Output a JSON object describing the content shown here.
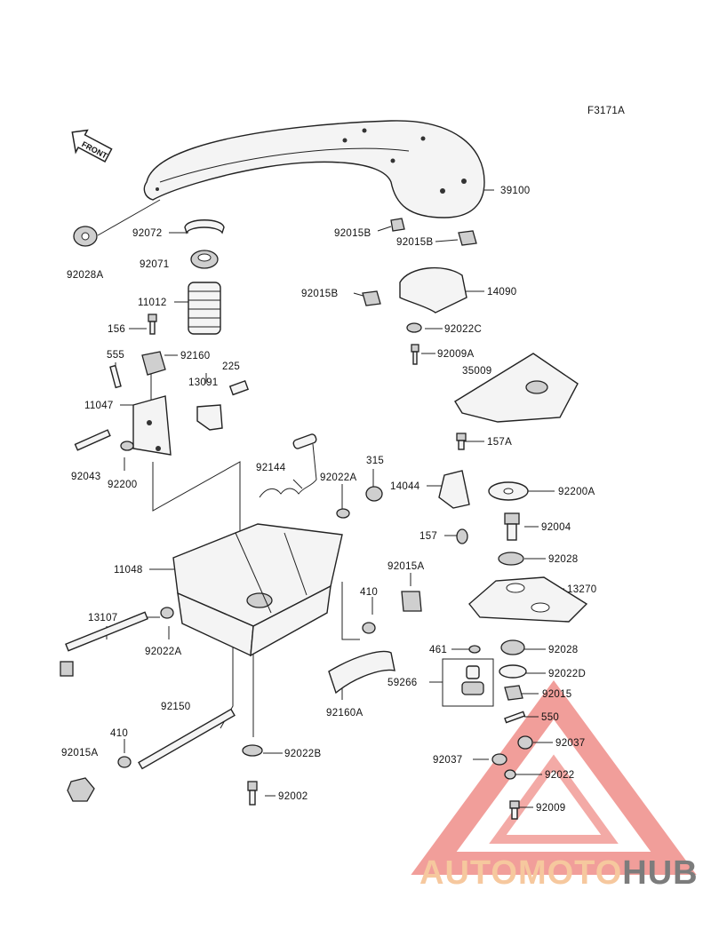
{
  "figure_code": "F3171A",
  "front_label": "FRONT",
  "watermark": {
    "brand_a": "AUTOMOTO",
    "brand_b": "HUB",
    "triangle_color": "#ef8d88",
    "text_color_a": "#f6c89e",
    "text_color_b": "#7c7c7c"
  },
  "parts": [
    "39100",
    "92028A",
    "92072",
    "92071",
    "11012",
    "156",
    "555",
    "92160",
    "225",
    "13091",
    "11047",
    "92043",
    "92200",
    "92144",
    "92022A",
    "315",
    "11048",
    "13107",
    "92022A",
    "92150",
    "410",
    "92015A",
    "92022B",
    "92002",
    "410",
    "92160A",
    "92015B",
    "92015B",
    "92015B",
    "14090",
    "92022C",
    "92009A",
    "35009",
    "157A",
    "14044",
    "92200A",
    "157",
    "92004",
    "92028",
    "92015A",
    "13270",
    "461",
    "92028",
    "59266",
    "92022D",
    "92015",
    "550",
    "92037",
    "92037",
    "92022",
    "92009"
  ]
}
